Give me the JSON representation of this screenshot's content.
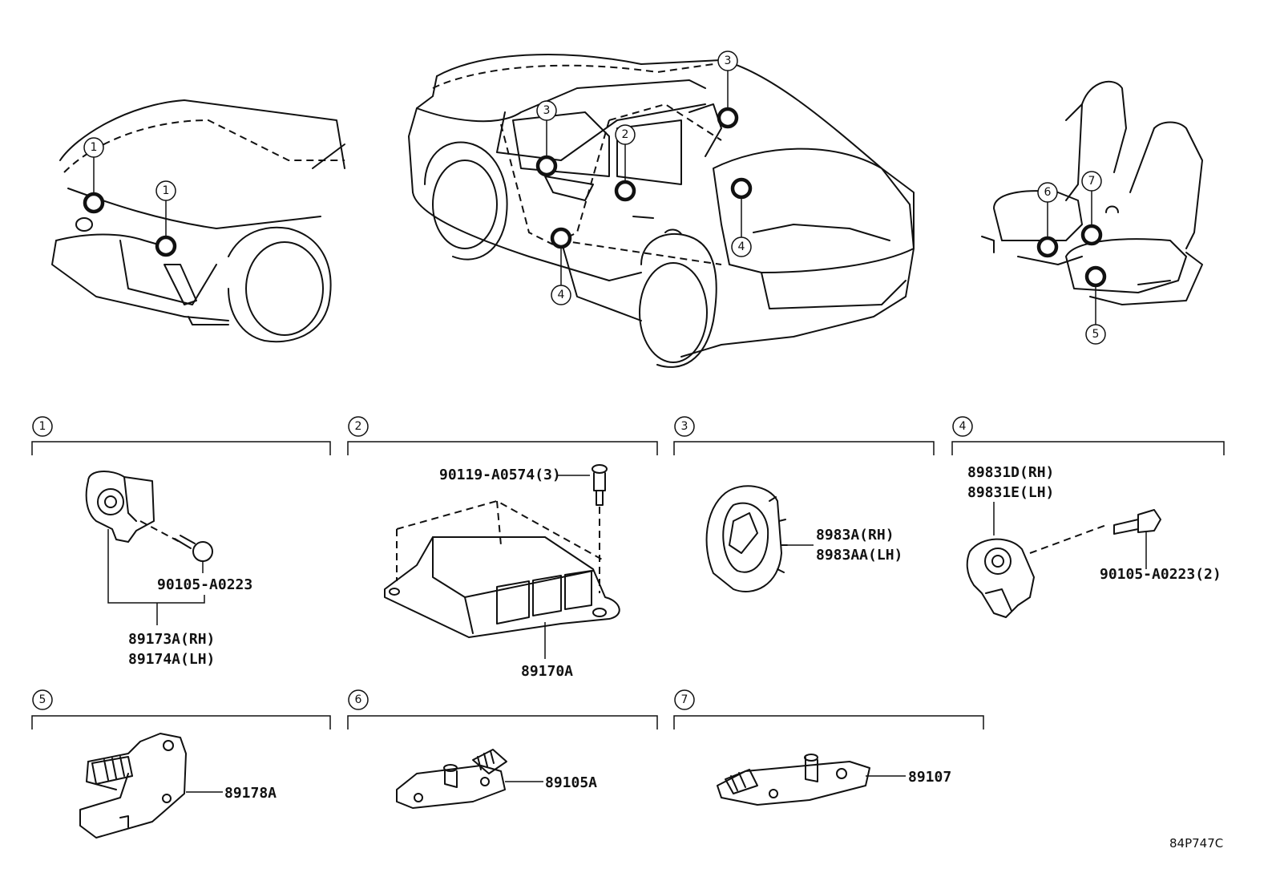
{
  "callouts": [
    "1",
    "2",
    "3",
    "4",
    "5",
    "6",
    "7"
  ],
  "sections": [
    {
      "id": "1",
      "parts": [
        "90105-A0223",
        "89173A(RH)",
        "89174A(LH)"
      ]
    },
    {
      "id": "2",
      "parts": [
        "90119-A0574(3)",
        "89170A"
      ]
    },
    {
      "id": "3",
      "parts": [
        "8983A(RH)",
        "8983AA(LH)"
      ]
    },
    {
      "id": "4",
      "parts": [
        "89831D(RH)",
        "89831E(LH)",
        "90105-A0223(2)"
      ]
    },
    {
      "id": "5",
      "parts": [
        "89178A"
      ]
    },
    {
      "id": "6",
      "parts": [
        "89105A"
      ]
    },
    {
      "id": "7",
      "parts": [
        "89107"
      ]
    }
  ],
  "diagram_code": "84P747C"
}
